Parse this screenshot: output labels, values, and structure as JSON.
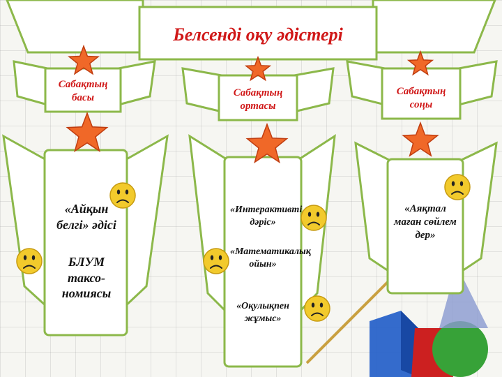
{
  "title": "Белсенді оқу әдістері",
  "columns": [
    {
      "header": "Сабақтың басы",
      "items": [
        "«Айқын белгі» әдісі",
        "БЛУМ таксо-номиясы"
      ]
    },
    {
      "header": "Сабақтың ортасы",
      "items": [
        "«Интерактивті дәріс»",
        "«Математикалық ойын»",
        "«Оқулықпен жұмыс»"
      ]
    },
    {
      "header": "Сабақтың соңы",
      "items": [
        "«Аяқтал маған сөйлем дер»"
      ]
    }
  ],
  "colors": {
    "title": "#d01818",
    "banner_fill": "#ffffff",
    "banner_stroke": "#8cb84a",
    "star": "#f06828",
    "star_stroke": "#c03d10",
    "smiley": "#f2ca2c"
  }
}
